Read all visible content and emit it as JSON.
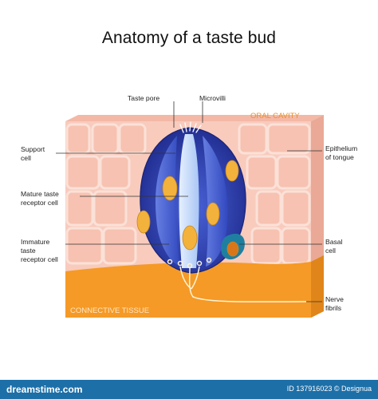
{
  "title": "Anatomy of a taste bud",
  "labels": {
    "taste_pore": "Taste pore",
    "microvilli": "Microvilli",
    "oral_cavity": "ORAL CAVITY",
    "support_cell_1": "Support",
    "support_cell_2": "cell",
    "epithelium_1": "Epithelium",
    "epithelium_2": "of tongue",
    "mature_1": "Mature taste",
    "mature_2": "receptor cell",
    "immature_1": "Immature",
    "immature_2": "taste",
    "immature_3": "receptor cell",
    "basal_1": "Basal",
    "basal_2": "cell",
    "nerve_1": "Nerve",
    "nerve_2": "fibrils",
    "connective_tissue": "CONNECTIVE TISSUE"
  },
  "footer": {
    "site": "dreamstime.com",
    "credit": "ID 137916023 © Designua"
  },
  "colors": {
    "epithelium": "#f8cbbd",
    "connective": "#f59a26",
    "bud_dark": "#2c3ea8",
    "bud_light": "#cfe2fb",
    "nucleus": "#f3b23c",
    "footer": "#1d6fa8"
  }
}
